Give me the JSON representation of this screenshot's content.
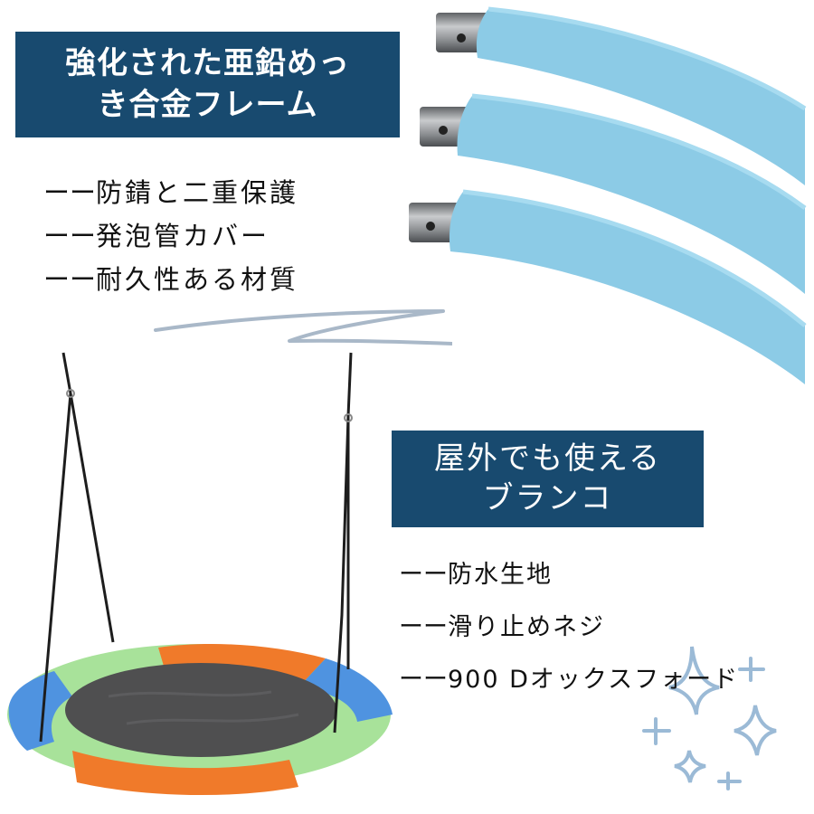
{
  "product_graphic": {
    "top_section": {
      "banner": {
        "lines": [
          "強化された亜鉛めっ",
          "き合金フレーム"
        ],
        "background_color": "#184a6f",
        "text_color": "#ffffff"
      },
      "features": [
        {
          "bullet": "ーー",
          "text": "防錆と二重保護"
        },
        {
          "bullet": "ーー",
          "text": "発泡管カバー"
        },
        {
          "bullet": "ーー",
          "text": "耐久性ある材質"
        }
      ],
      "image": {
        "subject": "three foam-covered galvanized steel frame tubes",
        "foam_color": "#8ccbe6",
        "metal_color": "#8a8d90"
      },
      "decoration": {
        "type": "scribble-stroke",
        "color": "#a9b8c8"
      }
    },
    "bottom_section": {
      "banner": {
        "lines": [
          "屋外でも使える",
          "ブランコ"
        ],
        "background_color": "#184a6f",
        "text_color": "#ffffff"
      },
      "features": [
        {
          "bullet": "ーー",
          "text": "防水生地"
        },
        {
          "bullet": "ーー",
          "text": "滑り止めネジ"
        },
        {
          "bullet": "ーー",
          "text": "900 Dオックスフォード"
        }
      ],
      "image": {
        "subject": "round saucer swing with ropes",
        "seat_color": "#4f4f50",
        "rim_colors": [
          "#a8e29a",
          "#f07a2a",
          "#4f93e0",
          "#a8e29a",
          "#f07a2a",
          "#4f93e0"
        ],
        "rope_color": "#1d1d1d"
      },
      "decoration": {
        "type": "sparkles",
        "color": "#9bbad6"
      }
    }
  }
}
